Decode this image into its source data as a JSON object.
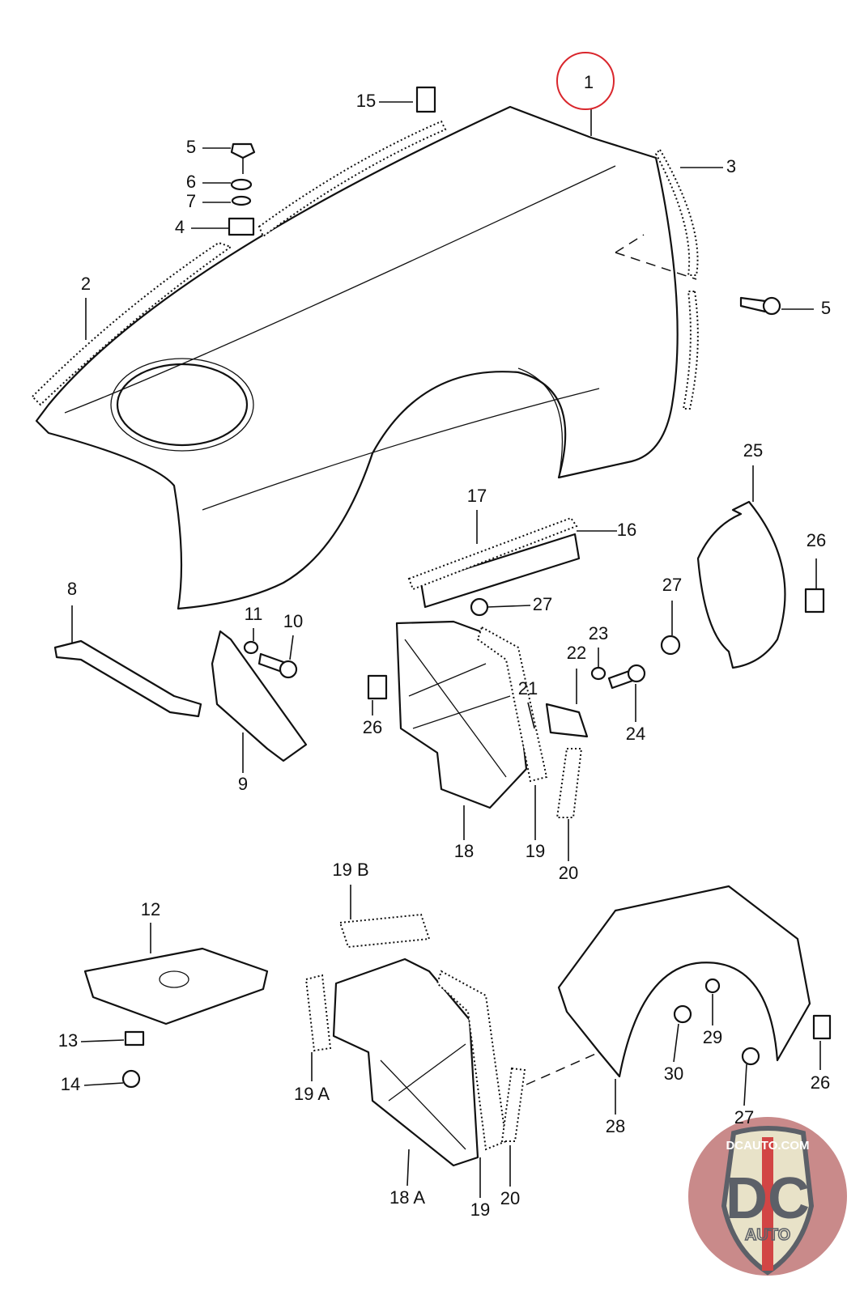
{
  "callouts": [
    "1",
    "15",
    "5",
    "6",
    "7",
    "4",
    "3",
    "5",
    "2",
    "25",
    "17",
    "16",
    "26",
    "27",
    "27",
    "8",
    "11",
    "10",
    "23",
    "22",
    "21",
    "26",
    "24",
    "9",
    "18",
    "19",
    "20",
    "19 B",
    "12",
    "13",
    "29",
    "30",
    "14",
    "19 A",
    "26",
    "27",
    "28",
    "18 A",
    "19",
    "20"
  ],
  "highlight": {
    "callout": "1",
    "color": "#d9262c"
  },
  "logo": {
    "site": "DCAUTO.COM",
    "mark": "DC",
    "sub": "AUTO",
    "colors": {
      "shield": "#e8e2c8",
      "letters": "#5c6068",
      "stripe": "#d24545",
      "badge": "#c98a8a"
    }
  }
}
